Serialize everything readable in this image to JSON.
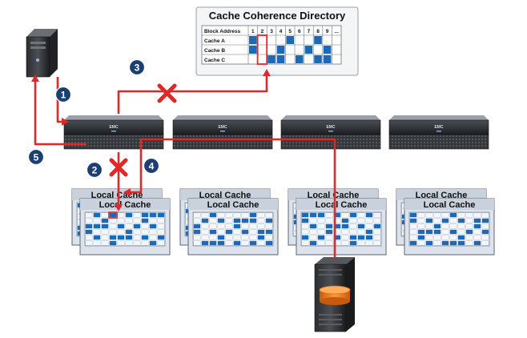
{
  "directory": {
    "title": "Cache Coherence Directory",
    "header_label": "Block Address",
    "columns": [
      "1",
      "2",
      "3",
      "4",
      "5",
      "6",
      "7",
      "8",
      "9",
      "..."
    ],
    "rows": [
      {
        "label": "Cache A",
        "cells": [
          1,
          0,
          0,
          0,
          1,
          0,
          0,
          1,
          0,
          0
        ]
      },
      {
        "label": "Cache B",
        "cells": [
          1,
          0,
          0,
          1,
          0,
          0,
          1,
          0,
          1,
          0
        ]
      },
      {
        "label": "Cache C",
        "cells": [
          0,
          0,
          1,
          1,
          0,
          1,
          0,
          1,
          1,
          0
        ]
      }
    ]
  },
  "servers": [
    {
      "badge": "EMC"
    },
    {
      "badge": "EMC"
    },
    {
      "badge": "EMC"
    },
    {
      "badge": "EMC"
    }
  ],
  "cache_groups": [
    {
      "back_title": "Local Cache",
      "front_title": "Local Cache"
    },
    {
      "back_title": "Local Cache",
      "front_title": "Local Cache"
    },
    {
      "back_title": "Local Cache",
      "front_title": "Local Cache"
    },
    {
      "back_title": "Local Cache",
      "front_title": "Local Cache"
    }
  ],
  "steps": [
    "1",
    "2",
    "3",
    "4",
    "5"
  ],
  "colors": {
    "path_red": "#e32626",
    "step_navy": "#1b3f73",
    "cell_blue": "#1a6ab8",
    "cache_fill": "#dde3ec",
    "storage_orange": "#f07a1a"
  }
}
